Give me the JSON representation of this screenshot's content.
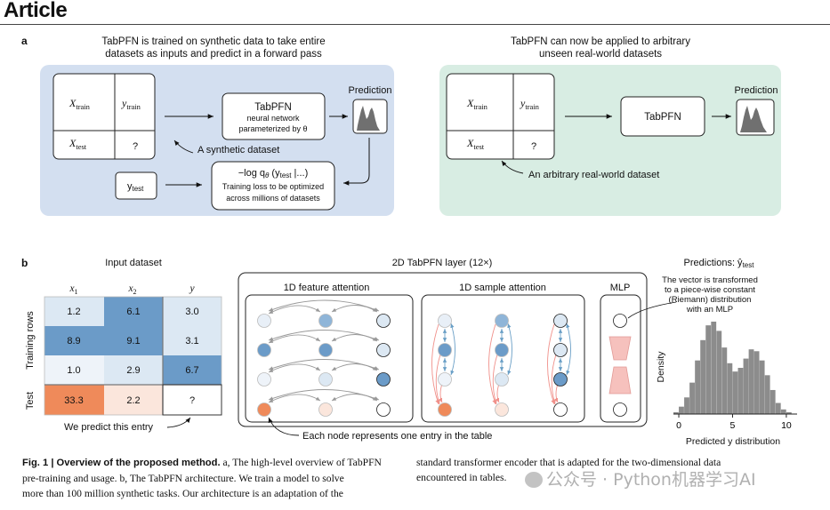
{
  "header": {
    "title": "Article"
  },
  "panel_a": {
    "label": "a",
    "left": {
      "heading_line1": "TabPFN is trained on synthetic data to take entire",
      "heading_line2": "datasets as inputs and predict in a forward pass",
      "x_train": "X",
      "x_train_sub": "train",
      "y_train": "y",
      "y_train_sub": "train",
      "x_test": "X",
      "x_test_sub": "test",
      "unknown": "?",
      "model_title": "TabPFN",
      "model_line2": "neural network",
      "model_line3": "parameterized by θ",
      "prediction_label": "Prediction",
      "synthetic_note": "A synthetic dataset",
      "y_test": "y",
      "y_test_sub": "test",
      "loss_formula": "−log q",
      "loss_theta": "θ",
      "loss_args": " (y",
      "loss_args_sub": "test",
      "loss_args_end": " |...)",
      "loss_line2": "Training loss to be optimized",
      "loss_line3": "across millions of datasets"
    },
    "right": {
      "heading_line1": "TabPFN can now be applied to arbitrary",
      "heading_line2": "unseen real-world datasets",
      "x_train": "X",
      "x_train_sub": "train",
      "y_train": "y",
      "y_train_sub": "train",
      "x_test": "X",
      "x_test_sub": "test",
      "unknown": "?",
      "model_title": "TabPFN",
      "prediction_label": "Prediction",
      "realworld_note": "An arbitrary real-world dataset"
    }
  },
  "panel_b": {
    "label": "b",
    "input_title": "Input dataset",
    "col_headers": [
      "x1",
      "x2",
      "y"
    ],
    "col_header_main": [
      "x",
      "x",
      "y"
    ],
    "col_header_sub": [
      "1",
      "2",
      ""
    ],
    "rows": [
      [
        "1.2",
        "6.1",
        "3.0"
      ],
      [
        "8.9",
        "9.1",
        "3.1"
      ],
      [
        "1.0",
        "2.9",
        "6.7"
      ],
      [
        "33.3",
        "2.2",
        "?"
      ]
    ],
    "row_group_training": "Training rows",
    "row_group_test": "Test",
    "predict_note": "We predict this entry",
    "layer_title": "2D TabPFN layer (12×)",
    "feature_attention": "1D feature attention",
    "sample_attention": "1D sample attention",
    "mlp": "MLP",
    "node_note": "Each node represents one entry in the table",
    "pred_title": "Predictions: ŷ",
    "pred_title_sub": "test",
    "pred_note_lines": [
      "The vector is transformed",
      "to a piece-wise constant",
      "(Riemann) distribution",
      "with an MLP"
    ]
  },
  "chart_data": {
    "type": "bar",
    "xlabel": "Predicted y distribution",
    "ylabel": "Density",
    "xticks": [
      0,
      5,
      10
    ],
    "xlim": [
      -0.5,
      11
    ],
    "bin_centers": [
      -0.25,
      0.25,
      0.75,
      1.25,
      1.75,
      2.25,
      2.75,
      3.25,
      3.75,
      4.25,
      4.75,
      5.25,
      5.75,
      6.25,
      6.75,
      7.25,
      7.75,
      8.25,
      8.75,
      9.25,
      9.75,
      10.25
    ],
    "values": [
      0.02,
      0.08,
      0.18,
      0.34,
      0.58,
      0.8,
      0.96,
      1.0,
      0.9,
      0.72,
      0.55,
      0.46,
      0.5,
      0.6,
      0.7,
      0.68,
      0.58,
      0.42,
      0.26,
      0.12,
      0.05,
      0.02
    ]
  },
  "caption": {
    "fig_label": "Fig. 1 | Overview of the proposed method.",
    "line1_rest": " a, The high-level overview of TabPFN",
    "line2": "pre-training and usage. b, The TabPFN architecture. We train a model to solve",
    "line3": "more than 100 million synthetic tasks. Our architecture is an adaptation of the",
    "right_line1": "standard transformer encoder that is adapted for the two-dimensional data",
    "right_line2": "encountered in tables."
  },
  "watermark": "公众号 · Python机器学习AI",
  "colors": {
    "panel_left_bg": "#d3dff0",
    "panel_right_bg": "#d8ede3",
    "blue_dark": "#6b9bc8",
    "blue_mid": "#a9c7e1",
    "blue_light": "#dce8f3",
    "orange": "#ef8a5a",
    "orange_light": "#fbe6dc",
    "hist": "#8c8c8c"
  }
}
